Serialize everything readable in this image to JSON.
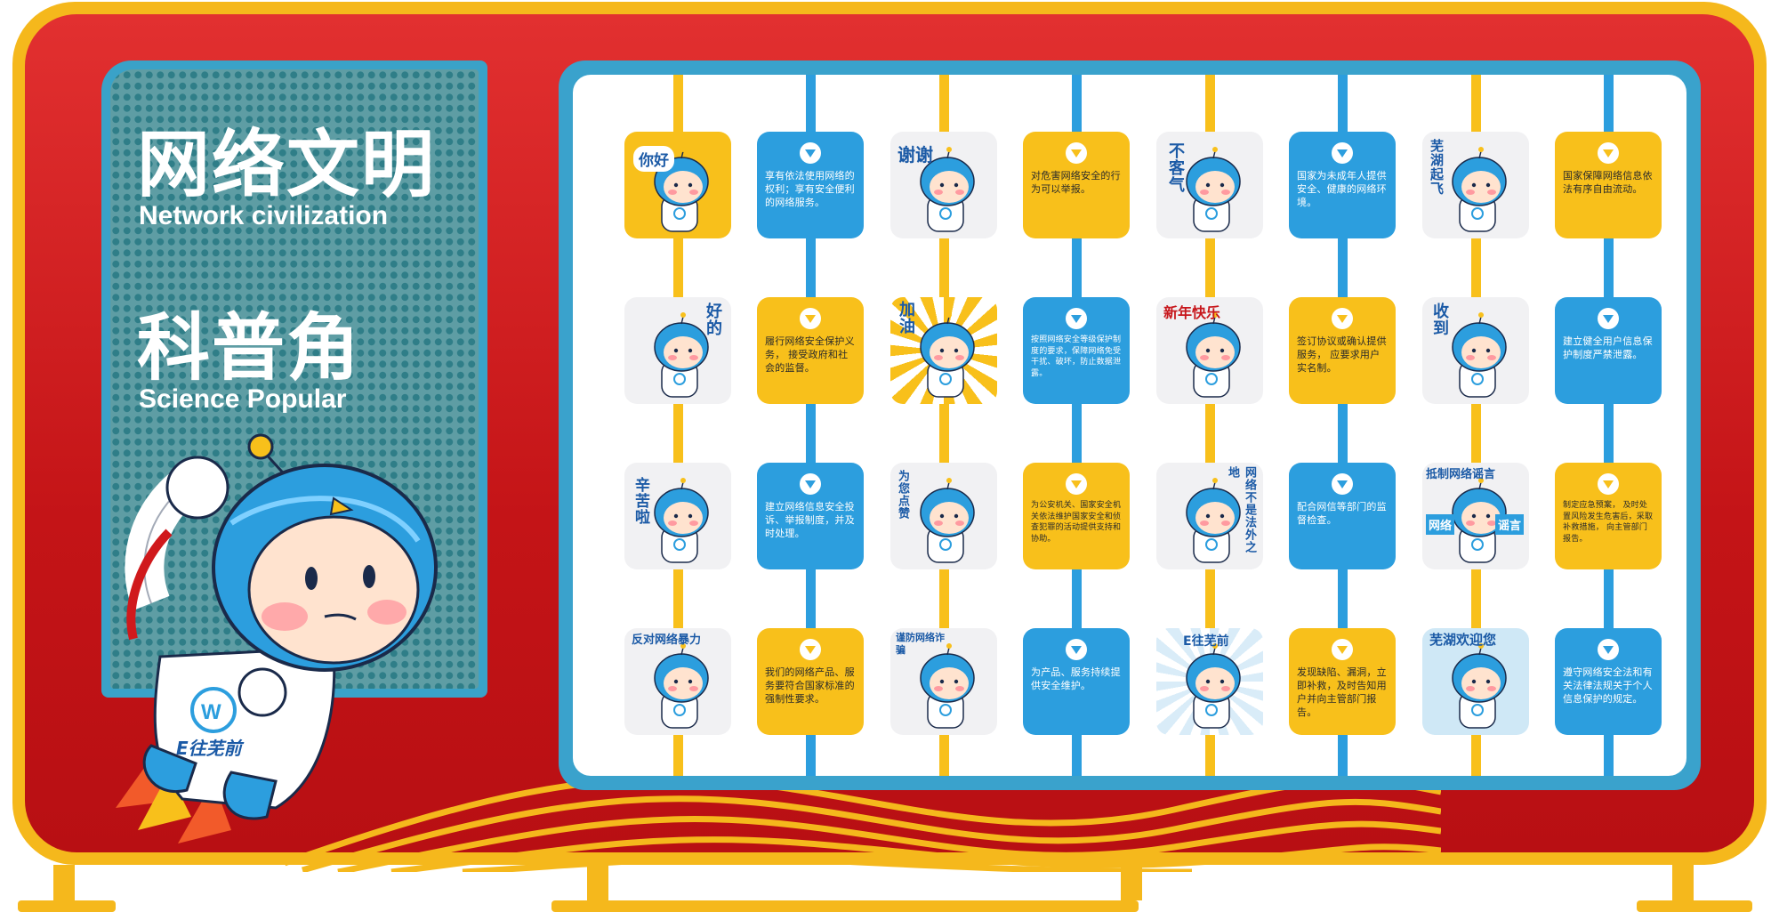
{
  "title": {
    "cn1": "网络文明",
    "en1": "Network civilization",
    "cn2": "科普角",
    "en2": "Science Popular"
  },
  "mascot": {
    "badge": "E往芜前"
  },
  "stickers": {
    "r1c1": "你好",
    "r1c3": "谢谢",
    "r1c5": "不客气",
    "r1c7": "芜湖起飞",
    "r2c1": "好的",
    "r2c3": "加油",
    "r2c5": "新年快乐",
    "r2c7": "收到",
    "r3c1": "辛苦啦",
    "r3c3": "为您点赞",
    "r3c5": "网络不是法外之地",
    "r3c7": "抵制网络谣言",
    "r3c7b": "网络",
    "r3c7c": "谣言",
    "r4c1": "反对网络暴力",
    "r4c3": "谨防网络诈骗",
    "r4c5": "E往芜前",
    "r4c7": "芜湖欢迎您"
  },
  "texts": {
    "r1c2": "享有依法使用网络的权利；享有安全便利的网络服务。",
    "r1c4": "对危害网络安全的行为可以举报。",
    "r1c6": "国家为未成年人提供安全、健康的网络环境。",
    "r1c8": "国家保障网络信息依法有序自由流动。",
    "r2c2": "履行网络安全保护义务， 接受政府和社会的监督。",
    "r2c4": "按照网络安全等级保护制度的要求，保障网络免受干扰、破坏，防止数据泄露。",
    "r2c6": "签订协议或确认提供服务， 应要求用户实名制。",
    "r2c8": "建立健全用户信息保护制度严禁泄露。",
    "r3c2": "建立网络信息安全投诉、举报制度，并及时处理。",
    "r3c4": "为公安机关、国家安全机关依法维护国家安全和侦查犯罪的活动提供支持和协助。",
    "r3c6": "配合网信等部门的监督检查。",
    "r3c8": "制定应急预案， 及时处置风险发生危害后，采取补救措施， 向主管部门报告。",
    "r4c2": "我们的网络产品、服务要符合国家标准的强制性要求。",
    "r4c4": "为产品、服务持续提供安全维护。",
    "r4c6": "发现缺陷、漏洞，立即补救，及时告知用户并向主管部门报告。",
    "r4c8": "遵守网络安全法和有关法律法规关于个人信息保护的规定。"
  },
  "colors": {
    "red": "#d0191c",
    "frame": "#f5b81c",
    "panel_blue": "#3aa2cc",
    "tile_blue": "#2c9ede",
    "tile_yellow": "#f8c01b"
  }
}
